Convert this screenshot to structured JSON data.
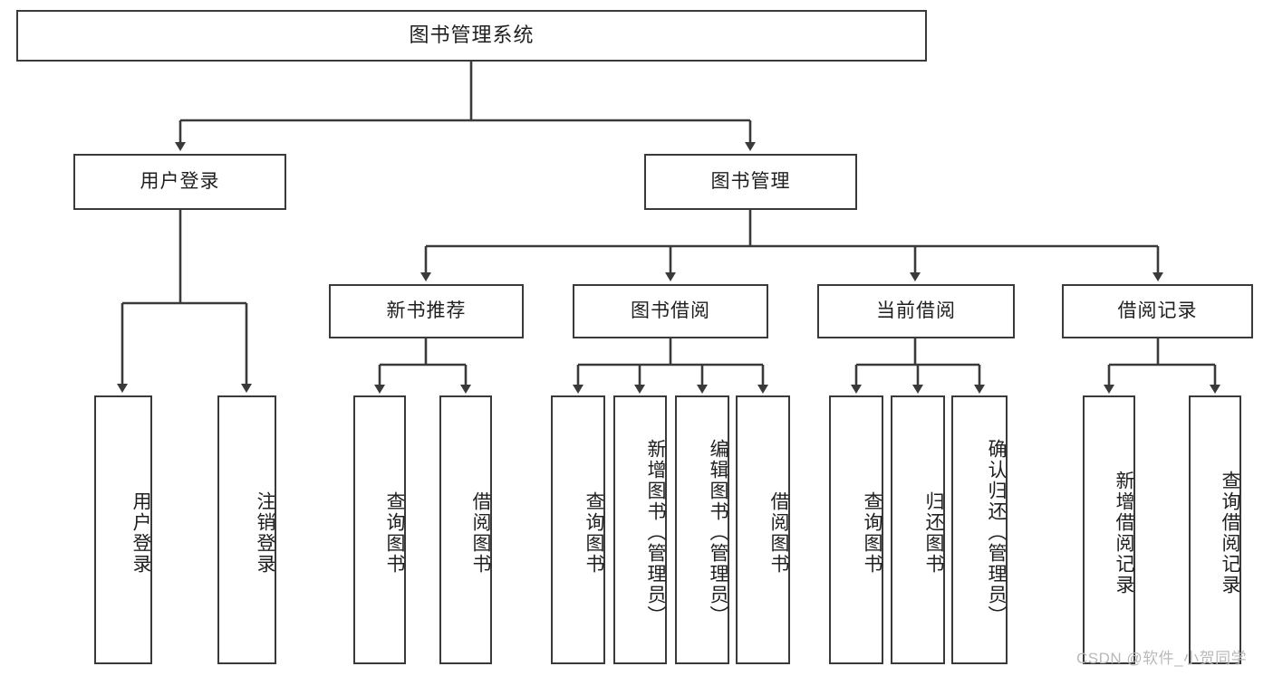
{
  "diagram": {
    "type": "tree",
    "title": "图书管理系统",
    "root": {
      "label": "图书管理系统"
    },
    "level1": [
      {
        "label": "用户登录"
      },
      {
        "label": "图书管理"
      }
    ],
    "level2": [
      {
        "label": "新书推荐"
      },
      {
        "label": "图书借阅"
      },
      {
        "label": "当前借阅"
      },
      {
        "label": "借阅记录"
      }
    ],
    "leaves": {
      "user_login": [
        {
          "label": "用户登录"
        },
        {
          "label": "注销登录"
        }
      ],
      "new_book_recommend": [
        {
          "label": "查询图书"
        },
        {
          "label": "借阅图书"
        }
      ],
      "book_borrow": [
        {
          "label": "查询图书"
        },
        {
          "label": "新增图书（管理员）"
        },
        {
          "label": "编辑图书（管理员）"
        },
        {
          "label": "借阅图书"
        }
      ],
      "current_borrow": [
        {
          "label": "查询图书"
        },
        {
          "label": "归还图书"
        },
        {
          "label": "确认归还（管理员）"
        }
      ],
      "borrow_record": [
        {
          "label": "新增借阅记录"
        },
        {
          "label": "查询借阅记录"
        }
      ]
    }
  },
  "watermark": {
    "text": "CSDN @软件_小贺同学"
  },
  "colors": {
    "stroke": "#3a3a3a",
    "background": "#ffffff",
    "text": "#1f1f1f",
    "watermark": "#b9b9b9"
  }
}
